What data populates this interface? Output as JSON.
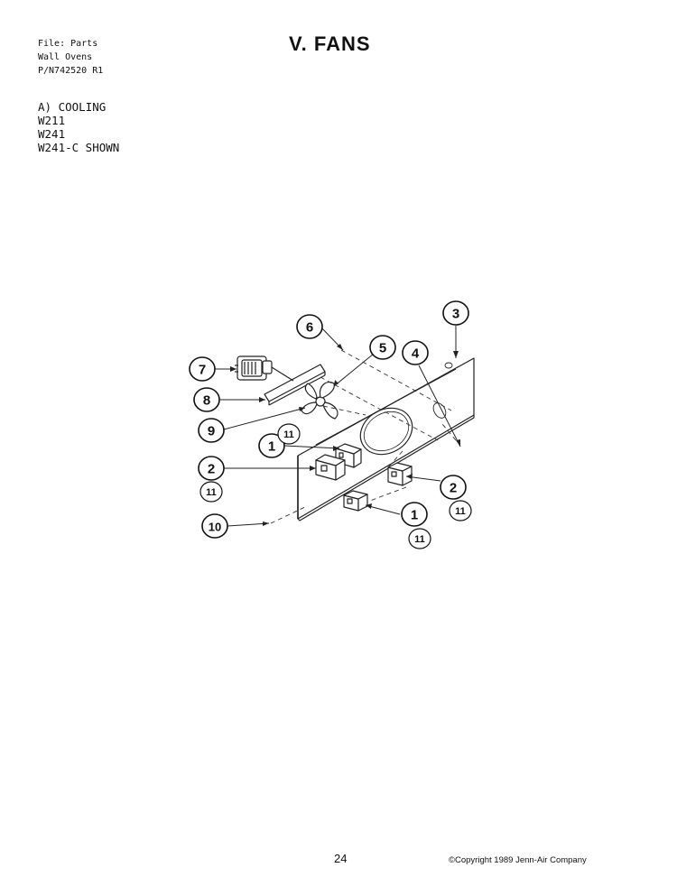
{
  "header": {
    "file_lines": [
      "File: Parts",
      "Wall Ovens",
      "P/N742520 R1"
    ],
    "title": "V. FANS"
  },
  "section": {
    "heading": "A) COOLING",
    "models": [
      "W211",
      "W241",
      "W241-C SHOWN"
    ]
  },
  "callouts": {
    "c1a": "1",
    "c1b": "1",
    "c2a": "2",
    "c2b": "2",
    "c3": "3",
    "c4": "4",
    "c5": "5",
    "c6": "6",
    "c7": "7",
    "c8": "8",
    "c9": "9",
    "c10": "10",
    "c11a": "11",
    "c11b": "11",
    "c11c": "11",
    "c11d": "11"
  },
  "footer": {
    "page_number": "24",
    "copyright": "©Copyright 1989 Jenn-Air Company"
  }
}
